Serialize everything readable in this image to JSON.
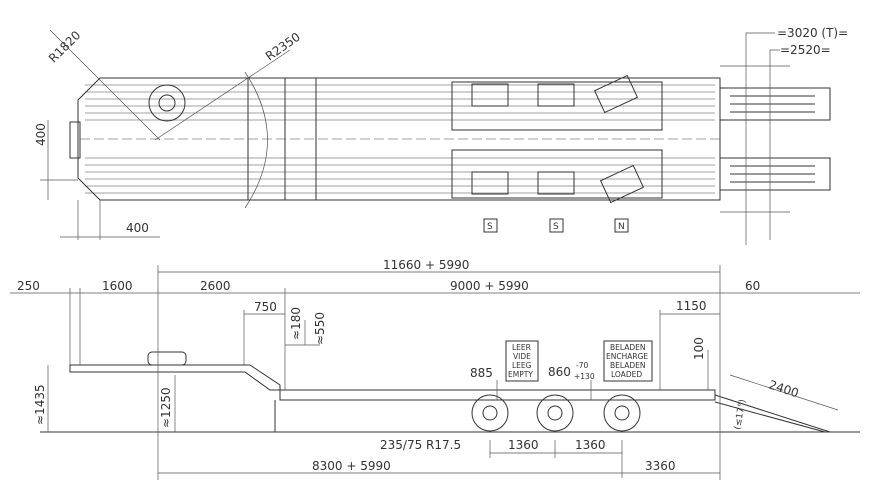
{
  "top_view": {
    "radius_front": "R1820",
    "radius_rear": "R2350",
    "width_400_vertical": "400",
    "width_400_horizontal": "400",
    "track_total": "=3020 (T)=",
    "track_inner": "=2520=",
    "axle_markers": [
      "S",
      "S",
      "N"
    ]
  },
  "side_view": {
    "overall_length": "11660 + 5990",
    "front_overhang": "250",
    "kingpin_to_gooseneck": "1600",
    "gooseneck_length": "2600",
    "deck_length": "9000 + 5990",
    "rear_60": "60",
    "dim_750": "750",
    "dim_180": "≈180",
    "dim_550": "≈550",
    "dim_1150": "1150",
    "fifth_wheel_height": "≈1435",
    "gooseneck_height": "≈1250",
    "deck_height_empty": "885",
    "empty_box": [
      "LEER",
      "VIDE",
      "LEEG",
      "EMPTY"
    ],
    "deck_height_loaded": "860",
    "loaded_tol_minus": "-70",
    "loaded_tol_plus": "+130",
    "loaded_box": [
      "BELADEN",
      "ENCHARGE",
      "BELADEN",
      "LOADED"
    ],
    "dim_100": "100",
    "ramp_length": "2400",
    "ramp_angle": "(≤17°)",
    "tyre_size": "235/75 R17.5",
    "axle_spacing_1": "1360",
    "axle_spacing_2": "1360",
    "rear_overhang": "3360",
    "kingpin_to_axle": "8300 + 5990"
  }
}
